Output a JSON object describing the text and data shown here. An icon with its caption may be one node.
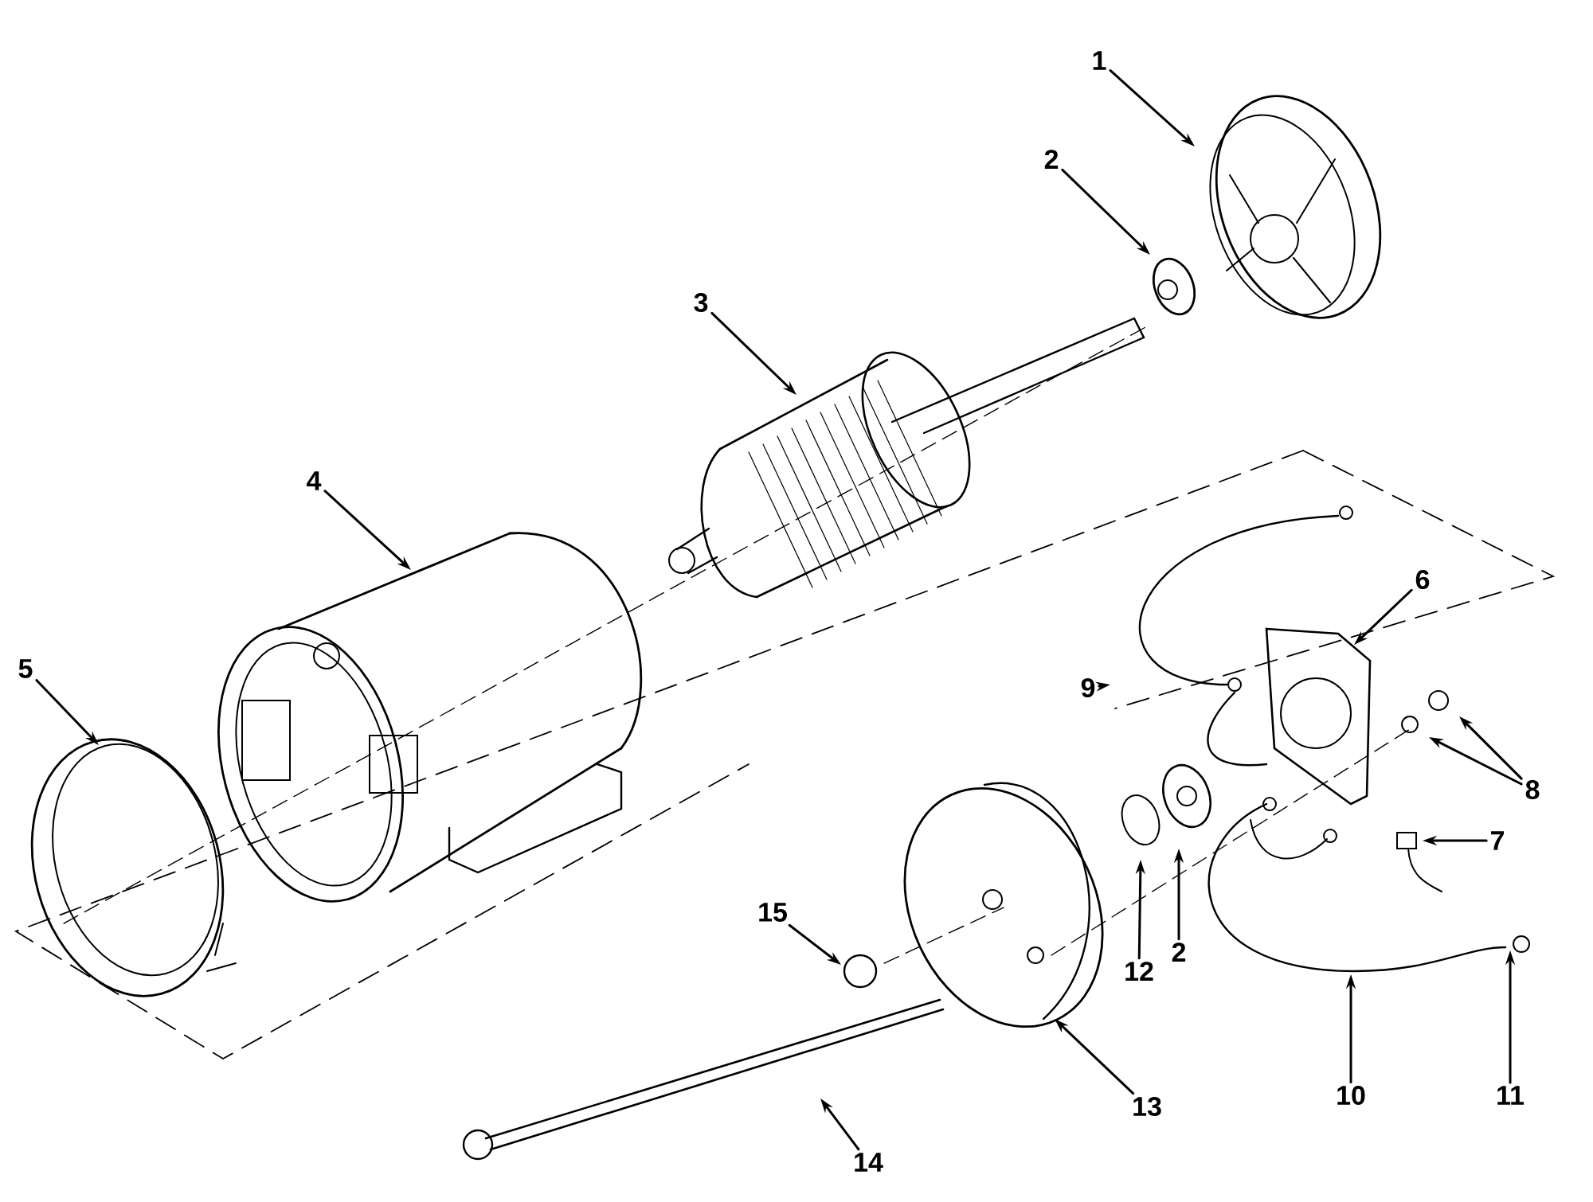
{
  "diagram": {
    "nodes": [
      {
        "text": [
          "1"
        ]
      },
      {
        "text": [
          "2"
        ]
      },
      {
        "text": [
          "3"
        ]
      },
      {
        "text": [
          "4"
        ]
      },
      {
        "text": [
          "6"
        ]
      },
      {
        "text": [
          "5"
        ]
      },
      {
        "text": [
          "9"
        ]
      },
      {
        "text": [
          "8"
        ]
      },
      {
        "text": [
          "7"
        ]
      },
      {
        "text": [
          "12"
        ]
      },
      {
        "text": [
          "2"
        ]
      },
      {
        "text": [
          "15"
        ]
      },
      {
        "text": [
          "10"
        ]
      },
      {
        "text": [
          "11"
        ]
      },
      {
        "text": [
          "13"
        ]
      },
      {
        "text": [
          "14"
        ]
      }
    ],
    "edges": [
      {
        "from": 0,
        "to": null,
        "arrow": "to"
      },
      {
        "from": 1,
        "to": null,
        "arrow": "to"
      },
      {
        "from": 2,
        "to": null,
        "arrow": "to"
      },
      {
        "from": 3,
        "to": null,
        "arrow": "to"
      },
      {
        "from": 4,
        "to": null,
        "arrow": "to"
      },
      {
        "from": 5,
        "to": null,
        "arrow": "to"
      },
      {
        "from": 6,
        "to": null,
        "arrow": "to"
      },
      {
        "from": 7,
        "to": null,
        "arrow": "to"
      },
      {
        "from": 7,
        "to": null,
        "arrow": "to"
      },
      {
        "from": 8,
        "to": null,
        "arrow": "to"
      },
      {
        "from": 9,
        "to": null,
        "arrow": "to"
      },
      {
        "from": 10,
        "to": null,
        "arrow": "to"
      },
      {
        "from": 11,
        "to": null,
        "arrow": "to"
      },
      {
        "from": 12,
        "to": null,
        "arrow": "to"
      },
      {
        "from": 13,
        "to": null,
        "arrow": "to"
      },
      {
        "from": 14,
        "to": null,
        "arrow": "to"
      },
      {
        "from": 15,
        "to": null,
        "arrow": "to"
      }
    ]
  }
}
